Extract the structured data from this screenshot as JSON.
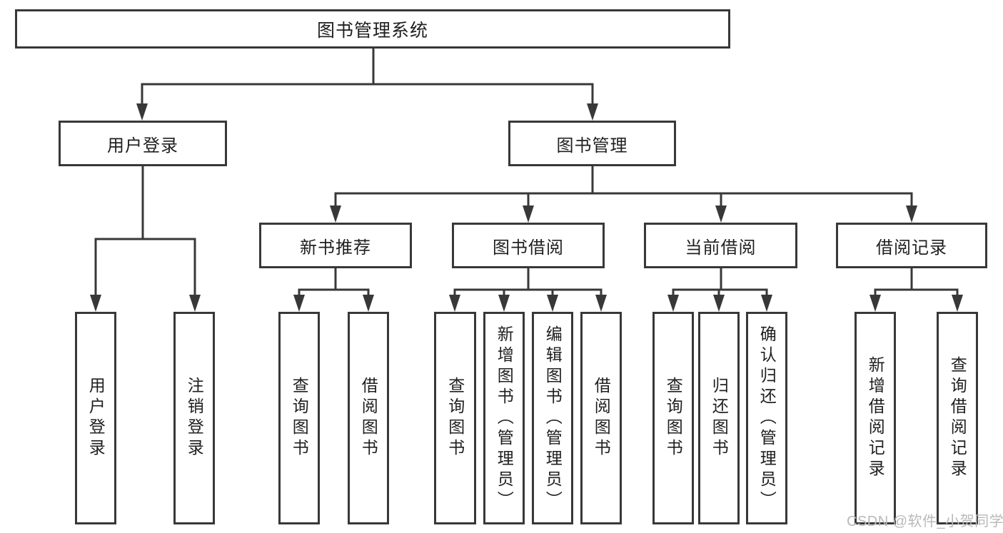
{
  "root": {
    "label": "图书管理系统"
  },
  "modules": [
    {
      "label": "用户登录",
      "children": [
        {
          "label": "用户登录"
        },
        {
          "label": "注销登录"
        }
      ]
    },
    {
      "label": "图书管理",
      "children": [
        {
          "label": "新书推荐",
          "children": [
            {
              "label": "查询图书"
            },
            {
              "label": "借阅图书"
            }
          ]
        },
        {
          "label": "图书借阅",
          "children": [
            {
              "label": "查询图书"
            },
            {
              "label": "新增图书（管理员）"
            },
            {
              "label": "编辑图书（管理员）"
            },
            {
              "label": "借阅图书"
            }
          ]
        },
        {
          "label": "当前借阅",
          "children": [
            {
              "label": "查询图书"
            },
            {
              "label": "归还图书"
            },
            {
              "label": "确认归还（管理员）"
            }
          ]
        },
        {
          "label": "借阅记录",
          "children": [
            {
              "label": "新增借阅记录"
            },
            {
              "label": "查询借阅记录"
            }
          ]
        }
      ]
    }
  ],
  "watermark": "CSDN @软件_小贺同学",
  "colors": {
    "line": "#383838",
    "text": "#1f1f1f",
    "background": "#ffffff",
    "watermark": "#b9b9b9"
  }
}
